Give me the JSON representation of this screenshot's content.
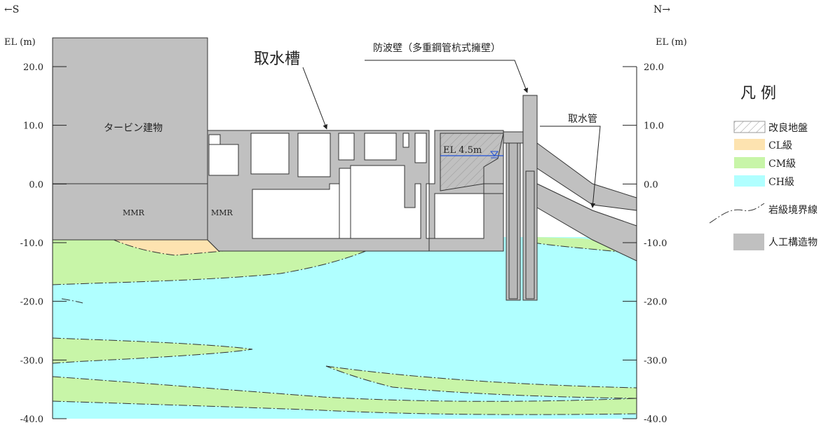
{
  "direction": {
    "south": "←S",
    "north": "N→"
  },
  "axis": {
    "left_title": "EL (m)",
    "right_title": "EL (m)",
    "ticks": [
      {
        "value": 20,
        "label": "20.0"
      },
      {
        "value": 10,
        "label": "10.0"
      },
      {
        "value": 0,
        "label": "0.0"
      },
      {
        "value": -10,
        "label": "-10.0"
      },
      {
        "value": -20,
        "label": "-20.0"
      },
      {
        "value": -30,
        "label": "-30.0"
      },
      {
        "value": -40,
        "label": "-40.0"
      }
    ]
  },
  "labels": {
    "turbine_building": "タービン建物",
    "mmr_left": "MMR",
    "mmr_right": "MMR",
    "intake_pit": "取水槽",
    "seawall": "防波壁（多重鋼管杭式擁壁）",
    "intake_pipe": "取水管",
    "water_level": "EL 4.5m"
  },
  "legend": {
    "title": "凡 例",
    "items": [
      {
        "key": "improved",
        "label": "改良地盤",
        "color": "#ffffff"
      },
      {
        "key": "cl",
        "label": "CL級",
        "color": "#fde3b0"
      },
      {
        "key": "cm",
        "label": "CM級",
        "color": "#c8f5a8"
      },
      {
        "key": "ch",
        "label": "CH級",
        "color": "#b0ffff"
      },
      {
        "key": "boundary",
        "label": "岩級境界線",
        "color": "#333333"
      },
      {
        "key": "structure",
        "label": "人工構造物",
        "color": "#c0c0c0"
      }
    ]
  }
}
